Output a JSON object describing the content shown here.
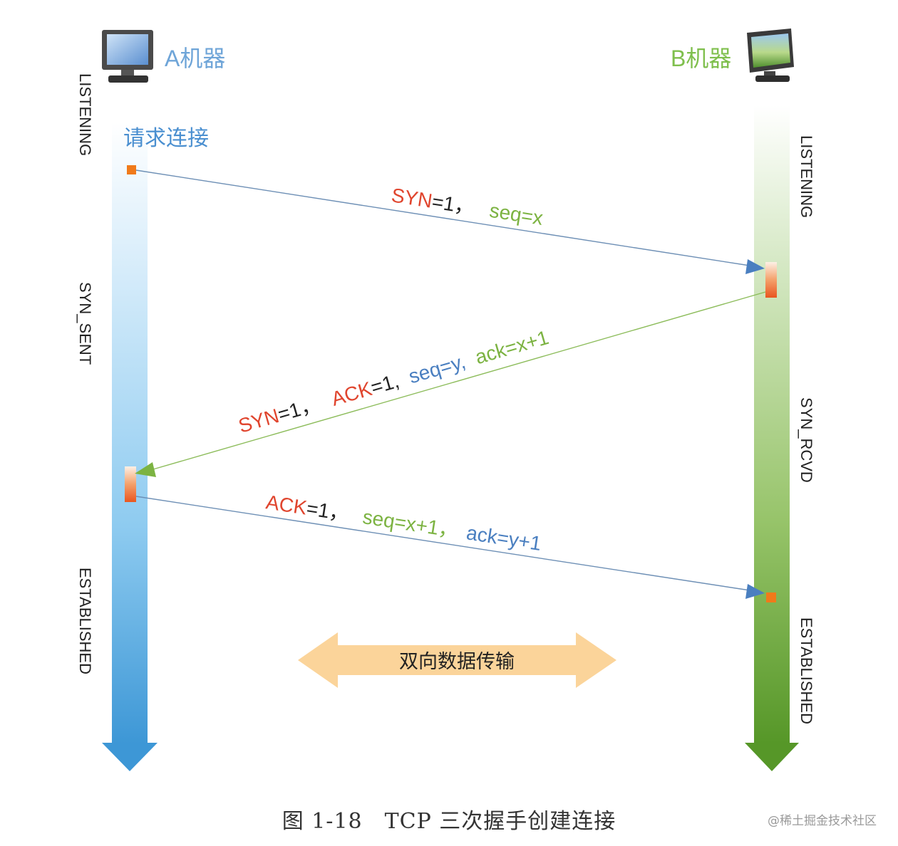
{
  "hosts": {
    "a": {
      "label": "A机器",
      "color": "#6fa5d8"
    },
    "b": {
      "label": "B机器",
      "color": "#7fbf4d"
    }
  },
  "states": {
    "a": [
      "LISTENING",
      "SYN_SENT",
      "ESTABLISHED"
    ],
    "b": [
      "LISTENING",
      "SYN_RCVD",
      "ESTABLISHED"
    ]
  },
  "request_label": "请求连接",
  "messages": {
    "m1": {
      "syn": "SYN",
      "syn_val": "=1，",
      "seq": "seq=x"
    },
    "m2": {
      "syn": "SYN",
      "syn_val": "=1，",
      "ack": "ACK",
      "ack_val": "=1,",
      "seq": "seq=y,",
      "ack_num": "ack=x+1"
    },
    "m3": {
      "ack": "ACK",
      "ack_val": "=1，",
      "seq": "seq=x+1，",
      "ack_num": "ack=y+1"
    }
  },
  "transfer_label": "双向数据传输",
  "caption": "图 1-18　TCP 三次握手创建连接",
  "watermark": "@稀土掘金技术社区",
  "colors": {
    "flag": "#e0452e",
    "green_text": "#7cb342",
    "blue_text": "#4a7fc0",
    "dark_text": "#222222",
    "lane_a": "#4aa3df",
    "lane_b": "#5e9e33",
    "marker": "#f07a1a",
    "transfer_arrow": "#fbd49a"
  }
}
